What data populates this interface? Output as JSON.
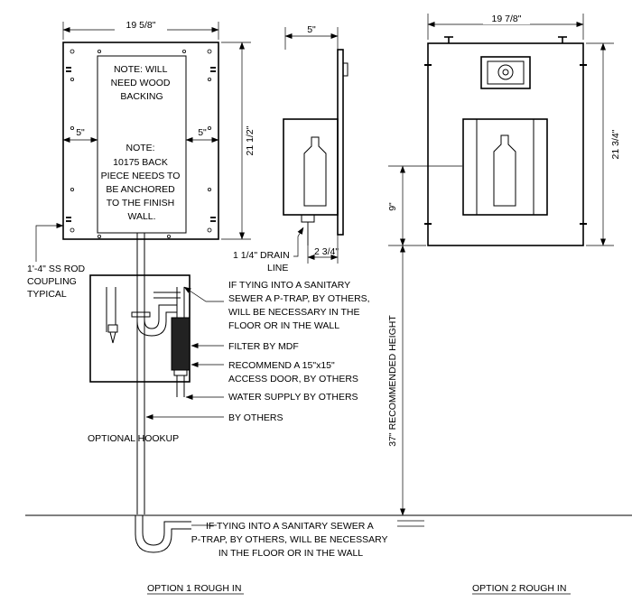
{
  "dimensions": {
    "front_width": "19 5/8\"",
    "side_depth": "5\"",
    "front_height": "21 1/2\"",
    "inset_left": "5\"",
    "inset_right": "5\"",
    "opt2_width": "19 7/8\"",
    "opt2_height": "21 3/4\"",
    "opt2_nine": "9\"",
    "drain_offset": "2 3/4\"",
    "recommended_height": "37\" RECOMMENDED HEIGHT"
  },
  "notes": {
    "note1": [
      "NOTE: WILL",
      "NEED WOOD",
      "BACKING"
    ],
    "note2": [
      "NOTE:",
      "10175 BACK",
      "PIECE NEEDS TO",
      "BE ANCHORED",
      "TO THE FINISH",
      "WALL."
    ]
  },
  "callouts": {
    "drain_line": [
      "1 1/4\" DRAIN",
      "LINE"
    ],
    "rod_coupling": [
      "1'-4\" SS ROD",
      "COUPLING",
      "TYPICAL"
    ],
    "ptrap_upper": [
      "IF TYING INTO A SANITARY",
      "SEWER A P-TRAP, BY OTHERS,",
      "WILL BE NECESSARY IN THE",
      "FLOOR OR IN THE WALL"
    ],
    "filter": "FILTER BY MDF",
    "access_door": [
      "RECOMMEND A 15\"x15\"",
      "ACCESS DOOR, BY OTHERS"
    ],
    "water_supply": "WATER SUPPLY BY OTHERS",
    "by_others": "BY OTHERS",
    "optional_hookup": "OPTIONAL HOOKUP",
    "ptrap_lower": [
      "IF TYING INTO A SANITARY SEWER A",
      "P-TRAP, BY OTHERS, WILL BE NECESSARY",
      "IN THE FLOOR OR IN THE WALL"
    ]
  },
  "titles": {
    "option1": "OPTION 1 ROUGH IN",
    "option2": "OPTION 2 ROUGH IN"
  }
}
